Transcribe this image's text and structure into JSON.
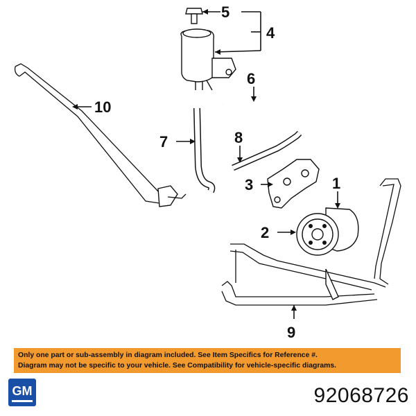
{
  "diagram": {
    "callouts": [
      {
        "id": "1",
        "label": "1"
      },
      {
        "id": "2",
        "label": "2"
      },
      {
        "id": "3",
        "label": "3"
      },
      {
        "id": "4",
        "label": "4"
      },
      {
        "id": "5",
        "label": "5"
      },
      {
        "id": "6",
        "label": "6"
      },
      {
        "id": "7",
        "label": "7"
      },
      {
        "id": "8",
        "label": "8"
      },
      {
        "id": "9",
        "label": "9"
      },
      {
        "id": "10",
        "label": "10"
      }
    ]
  },
  "disclaimer": {
    "line1": "Only one part or sub-assembly in diagram included. See Item Specifics for Reference #.",
    "line2": "Diagram may not be specific to your vehicle. See Compatibility for vehicle-specific diagrams."
  },
  "brand": {
    "logo_text": "GM",
    "logo_color": "#1a4fa8"
  },
  "part_number": "92068726",
  "colors": {
    "banner": "#f29a2e",
    "ink": "#111111"
  }
}
